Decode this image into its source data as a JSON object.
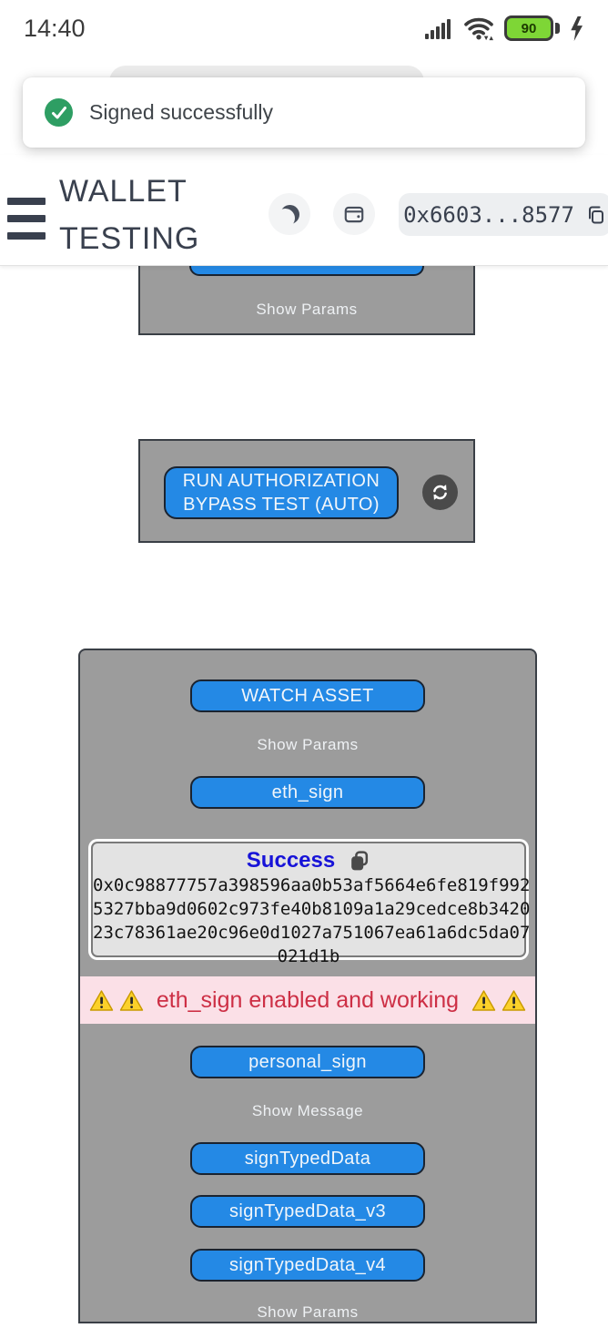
{
  "status_bar": {
    "time": "14:40",
    "battery_level": "90"
  },
  "toast": {
    "message": "Signed successfully"
  },
  "header": {
    "title_line1": "WALLET",
    "title_line2": "TESTING",
    "address_short": "0x6603...8577"
  },
  "top_card": {
    "show_params_label": "Show Params"
  },
  "auth_card": {
    "button_label_line1": "RUN AUTHORIZATION",
    "button_label_line2": "BYPASS TEST (AUTO)"
  },
  "sign_card": {
    "watch_asset_label": "WATCH ASSET",
    "show_params_label": "Show Params",
    "eth_sign_label": "eth_sign",
    "result": {
      "title": "Success",
      "signature_lines": [
        "0x0c98877757a398596aa0b53af5664e6fe819f992",
        "5327bba9d0602c973fe40b8109a1a29cedce8b3420",
        "23c78361ae20c96e0d1027a751067ea61a6dc5da07",
        "021d1b"
      ]
    },
    "warning_text": "eth_sign enabled and working",
    "personal_sign_label": "personal_sign",
    "show_message_label": "Show Message",
    "sign_typed_data_label": "signTypedData",
    "sign_typed_data_v3_label": "signTypedData_v3",
    "sign_typed_data_v4_label": "signTypedData_v4",
    "show_params_bottom_label": "Show Params"
  },
  "colors": {
    "accent_blue": "#2489e5",
    "card_gray": "#9c9c9c",
    "success_title_blue": "#1713d8",
    "warning_bg": "#fbe0e7",
    "warning_text": "#cd2f45",
    "battery_green": "#7ed636",
    "toast_check_green": "#2e9e63",
    "header_text": "#39404e"
  },
  "icons": {
    "check": "checkmark",
    "warning": "warning-triangle",
    "sync": "sync-arrows",
    "moon": "crescent-moon",
    "wallet": "wallet",
    "copy": "copy"
  }
}
